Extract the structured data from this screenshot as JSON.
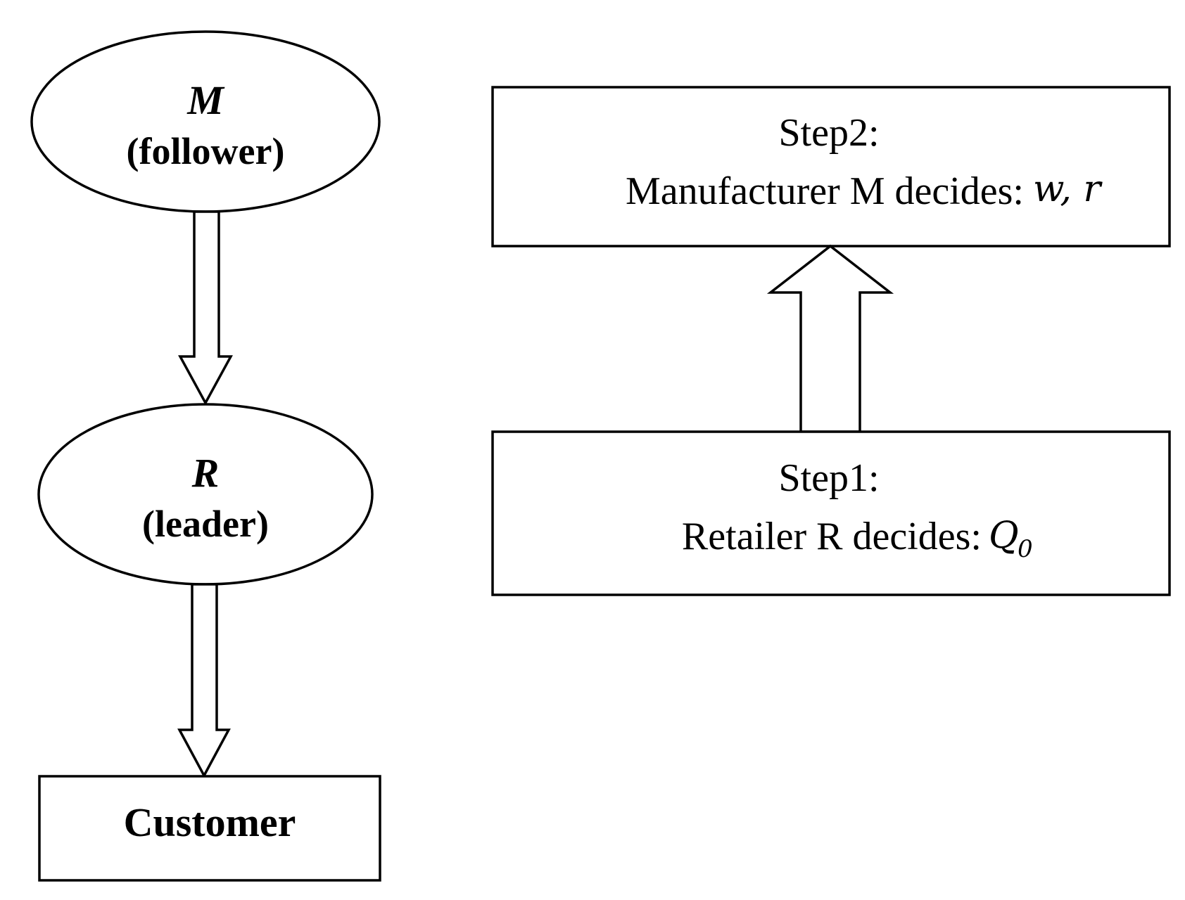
{
  "left_chain": {
    "manufacturer_node": {
      "symbol": "M",
      "role": "(follower)"
    },
    "retailer_node": {
      "symbol": "R",
      "role": "(leader)"
    },
    "customer_node": {
      "label": "Customer"
    }
  },
  "right_steps": {
    "step2": {
      "title": "Step2:",
      "text": "Manufacturer M decides:",
      "vars": "w, r"
    },
    "step1": {
      "title": "Step1:",
      "text": "Retailer R decides:",
      "var": "Q",
      "var_subscript": "0"
    }
  },
  "colors": {
    "stroke": "#000000",
    "fill": "#ffffff"
  }
}
